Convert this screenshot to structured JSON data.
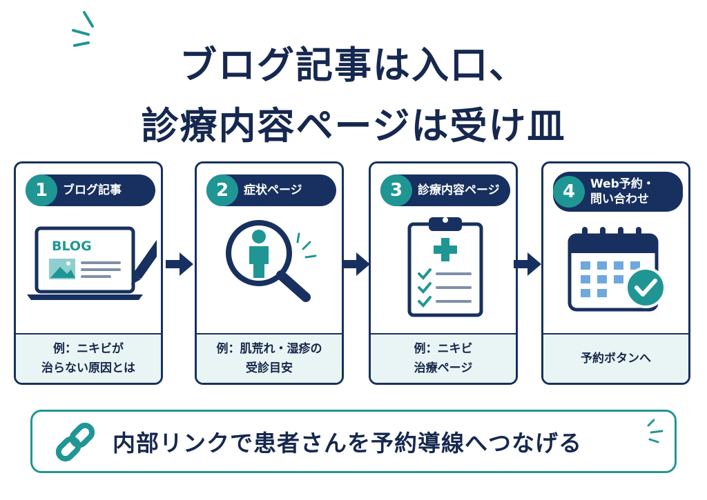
{
  "title": {
    "line1": "ブログ記事は入口、",
    "line2": "診療内容ページは受け皿"
  },
  "steps": [
    {
      "number": "1",
      "label": "ブログ記事",
      "illustration": "laptop-blog-icon",
      "illustration_text": "BLOG",
      "example": "例：ニキビが\n治らない原因とは"
    },
    {
      "number": "2",
      "label": "症状ページ",
      "illustration": "magnifier-person-icon",
      "example": "例：肌荒れ・湿疹の\n受診目安"
    },
    {
      "number": "3",
      "label": "診療内容ページ",
      "illustration": "clipboard-checklist-icon",
      "example": "例：ニキビ\n治療ページ"
    },
    {
      "number": "4",
      "label": "Web予約・\n問い合わせ",
      "illustration": "calendar-check-icon",
      "example": "予約ボタンへ"
    }
  ],
  "bottom": {
    "text": "内部リンクで患者さんを予約導線へつなげる",
    "icon": "link-chain-icon"
  },
  "colors": {
    "navy": "#17305f",
    "teal": "#1f9694",
    "light_teal": "#e9f5f5"
  }
}
